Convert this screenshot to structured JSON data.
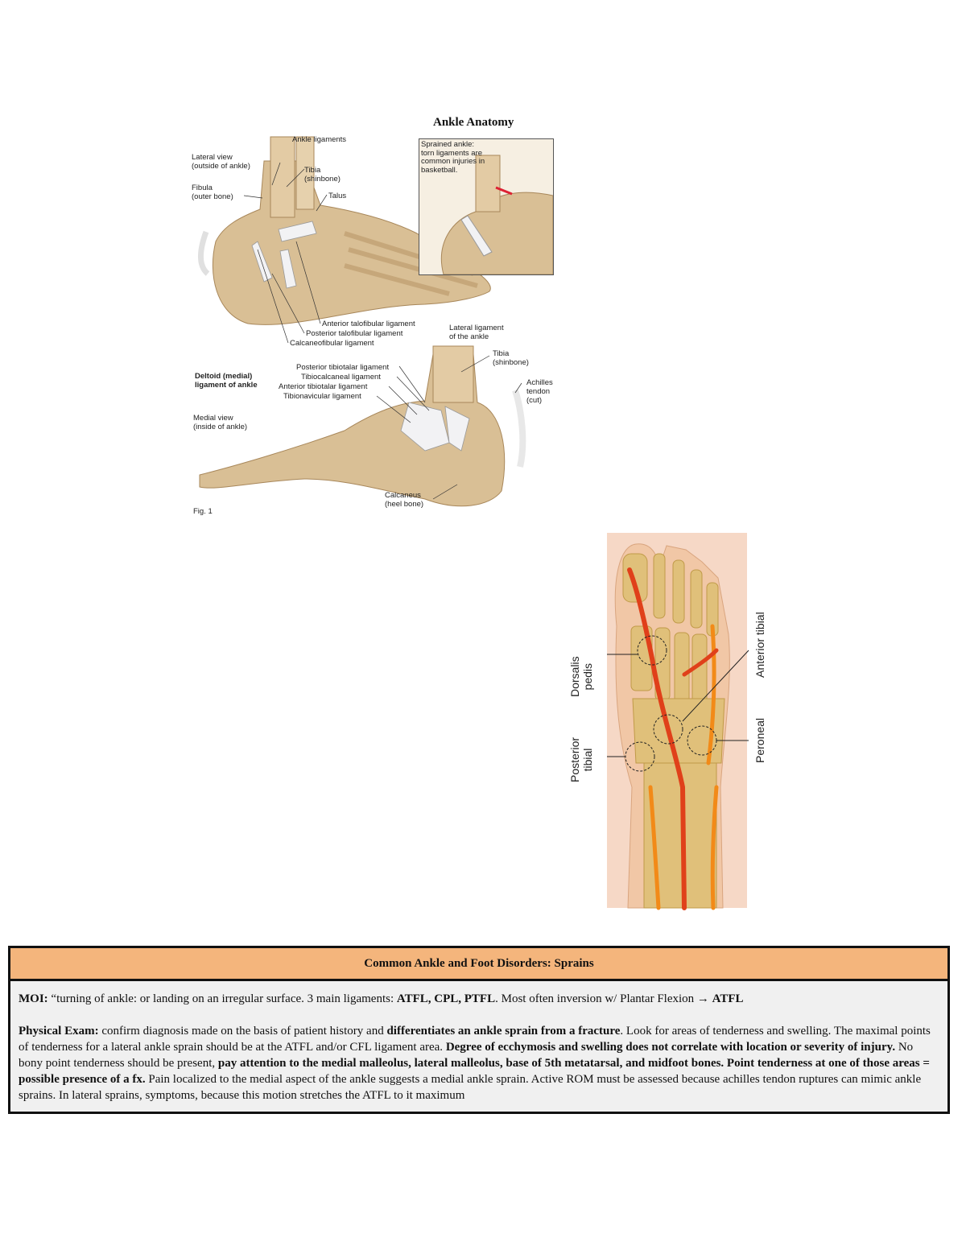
{
  "figure1": {
    "title": "Ankle Anatomy",
    "labels": {
      "ankle_ligaments": "Ankle ligaments",
      "lateral_view": "Lateral view\n(outside of ankle)",
      "tibia_top": "Tibia\n(shinbone)",
      "fibula": "Fibula\n(outer bone)",
      "talus": "Talus",
      "atfl": "Anterior talofibular ligament",
      "ptfl": "Posterior talofibular ligament",
      "cfl": "Calcaneofibular ligament",
      "lateral_ligament": "Lateral ligament\nof the ankle",
      "tibia_bottom": "Tibia\n(shinbone)",
      "deltoid": "Deltoid (medial)\nligament of ankle",
      "posterior_tibiotalar": "Posterior tibiotalar ligament",
      "tibiocalcaneal": "Tibiocalcaneal ligament",
      "anterior_tibiotalar": "Anterior tibiotalar ligament",
      "tibionavicular": "Tibionavicular ligament",
      "achilles": "Achilles\ntendon\n(cut)",
      "medial_view": "Medial view\n(inside of ankle)",
      "calcaneus": "Calcaneus\n(heel bone)",
      "fig": "Fig. 1"
    },
    "inset_text": "Sprained ankle:\ntorn ligaments are\ncommon injuries in\nbasketball."
  },
  "figure2": {
    "labels": {
      "dorsalis_pedis": "Dorsalis\npedis",
      "anterior_tibial": "Anterior tibial",
      "posterior_tibial": "Posterior\ntibial",
      "peroneal": "Peroneal"
    }
  },
  "table": {
    "header": "Common Ankle and Foot Disorders: Sprains",
    "moi": {
      "label": "MOI:",
      "text1": " “turning of ankle: or landing on an irregular surface. 3 main ligaments: ",
      "bold1": "ATFL, CPL, PTFL",
      "text2": ". Most often inversion w/ Plantar Flexion → ",
      "bold2": "ATFL"
    },
    "exam": {
      "label": "Physical Exam:",
      "text1": " confirm diagnosis made on the basis of patient history and ",
      "bold1": "differentiates an ankle sprain from a fracture",
      "text2": ". Look for areas of tenderness and swelling.  The maximal points of tenderness for a lateral ankle sprain should be at the ATFL and/or CFL ligament area. ",
      "bold2": "Degree of ecchymosis and swelling does not correlate with location or severity of injury.",
      "text3": " No bony point tenderness should be present, ",
      "bold3": "pay attention to the medial malleolus, lateral malleolus, base of 5th metatarsal, and midfoot bones. Point tenderness at one of those areas = possible presence of a fx.",
      "text4": " Pain localized to the medial aspect of the ankle suggests a medial ankle sprain. Active ROM must be assessed because achilles tendon ruptures can mimic ankle sprains. In lateral sprains, symptoms, because this motion stretches the ATFL to it maximum"
    }
  }
}
